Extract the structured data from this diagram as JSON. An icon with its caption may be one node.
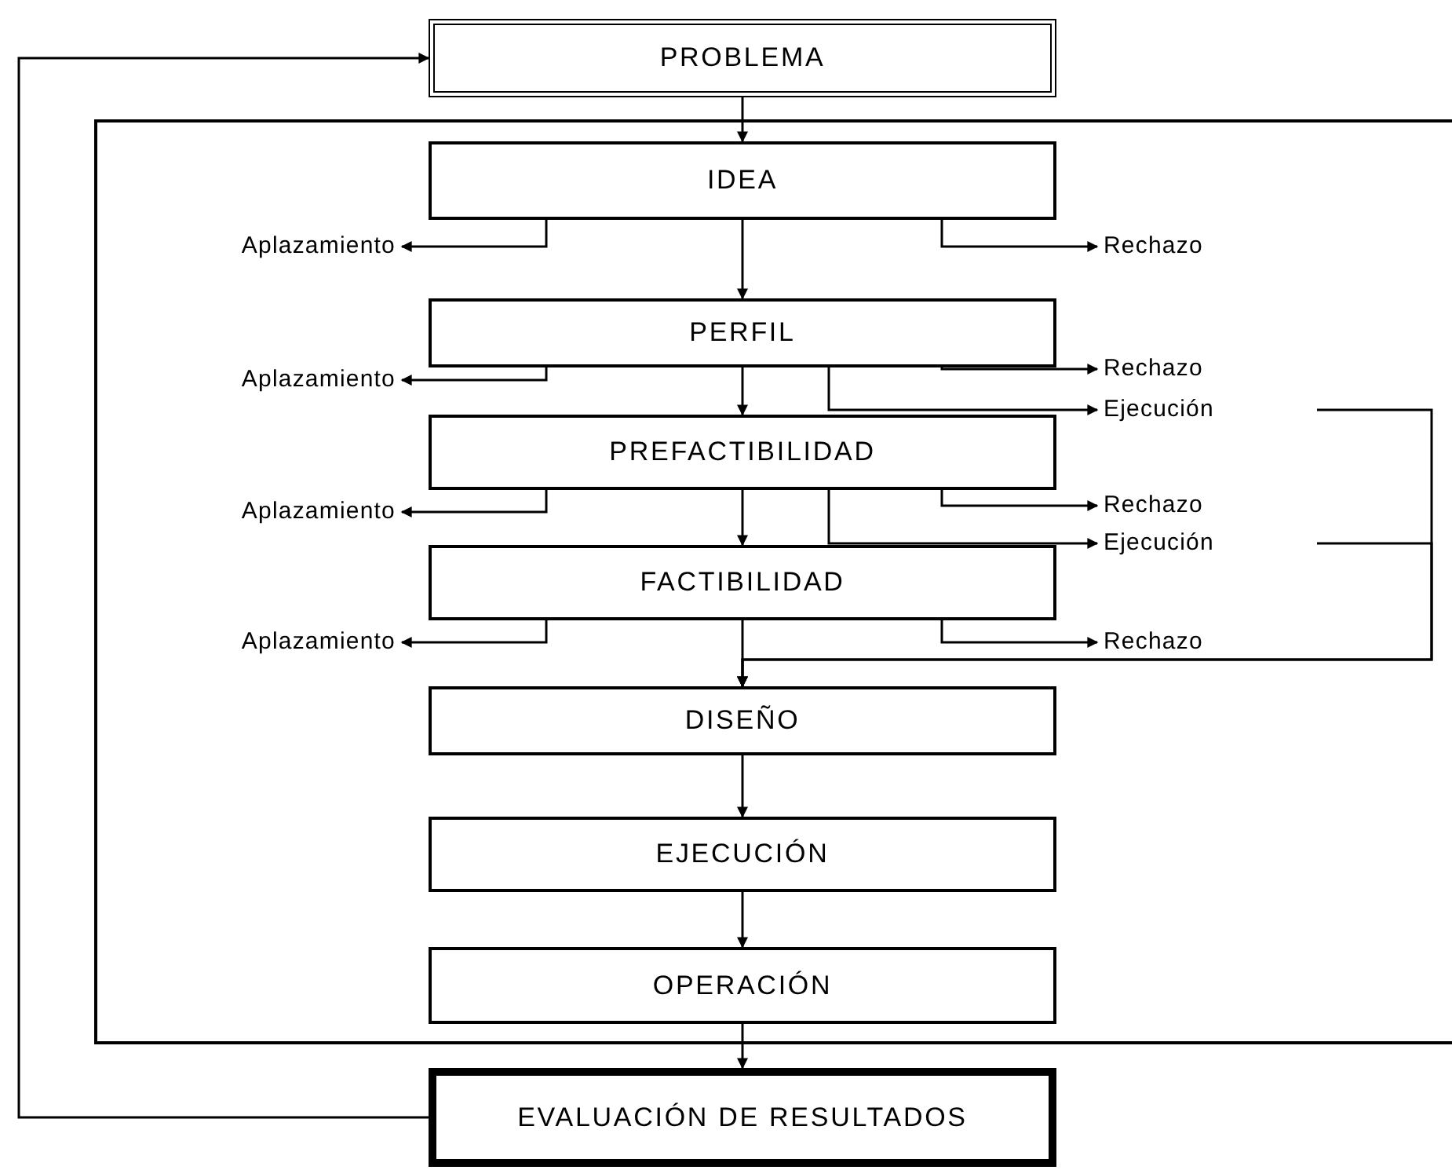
{
  "diagram": {
    "nodes": [
      {
        "text": [
          "PROBLEMA"
        ]
      },
      {
        "text": [],
        "shape": "box"
      },
      {
        "text": [
          "IDEA"
        ],
        "in": 1
      },
      {
        "text": [
          "Aplazamiento"
        ],
        "in": 1
      },
      {
        "text": [
          "Rechazo"
        ],
        "in": 1
      },
      {
        "text": [
          "PERFIL"
        ],
        "in": 1
      },
      {
        "text": [
          "Aplazamiento"
        ],
        "in": 1
      },
      {
        "text": [
          "Rechazo"
        ],
        "in": 1
      },
      {
        "text": [
          "Ejecución"
        ],
        "in": 1
      },
      {
        "text": [
          "PREFACTIBILIDAD"
        ],
        "in": 1
      },
      {
        "text": [
          "Aplazamiento"
        ],
        "in": 1
      },
      {
        "text": [
          "Rechazo"
        ],
        "in": 1
      },
      {
        "text": [
          "Ejecución"
        ],
        "in": 1
      },
      {
        "text": [
          "FACTIBILIDAD"
        ],
        "in": 1
      },
      {
        "text": [
          "Aplazamiento"
        ],
        "in": 1
      },
      {
        "text": [
          "Rechazo"
        ],
        "in": 1
      },
      {
        "text": [
          "DISEÑO"
        ],
        "in": 1
      },
      {
        "text": [
          "EJECUCIÓN"
        ],
        "in": 1
      },
      {
        "text": [
          "OPERACIÓN"
        ],
        "in": 1
      },
      {
        "text": [
          "EVALUACIÓN DE RESULTADOS"
        ]
      }
    ],
    "edges": [
      {
        "from": 0,
        "to": 2,
        "arrow": "to"
      },
      {
        "from": 2,
        "to": 3,
        "arrow": "to"
      },
      {
        "from": 2,
        "to": 4,
        "arrow": "to"
      },
      {
        "from": 2,
        "to": 5,
        "arrow": "to"
      },
      {
        "from": 5,
        "to": 6,
        "arrow": "to"
      },
      {
        "from": 5,
        "to": 7,
        "arrow": "to"
      },
      {
        "from": 5,
        "to": 8,
        "arrow": "to"
      },
      {
        "from": 5,
        "to": 9,
        "arrow": "to"
      },
      {
        "from": 9,
        "to": 10,
        "arrow": "to"
      },
      {
        "from": 9,
        "to": 11,
        "arrow": "to"
      },
      {
        "from": 9,
        "to": 12,
        "arrow": "to"
      },
      {
        "from": 9,
        "to": 13,
        "arrow": "to"
      },
      {
        "from": 13,
        "to": 14,
        "arrow": "to"
      },
      {
        "from": 13,
        "to": 15,
        "arrow": "to"
      },
      {
        "from": 13,
        "to": 16,
        "arrow": "to"
      },
      {
        "from": 8,
        "to": 16,
        "arrow": "to"
      },
      {
        "from": 12,
        "to": 16,
        "arrow": "to"
      },
      {
        "from": 16,
        "to": 17,
        "arrow": "to"
      },
      {
        "from": 17,
        "to": 18,
        "arrow": "to"
      },
      {
        "from": 18,
        "to": 19,
        "arrow": "to"
      },
      {
        "from": 19,
        "to": 0,
        "arrow": "to"
      }
    ]
  }
}
